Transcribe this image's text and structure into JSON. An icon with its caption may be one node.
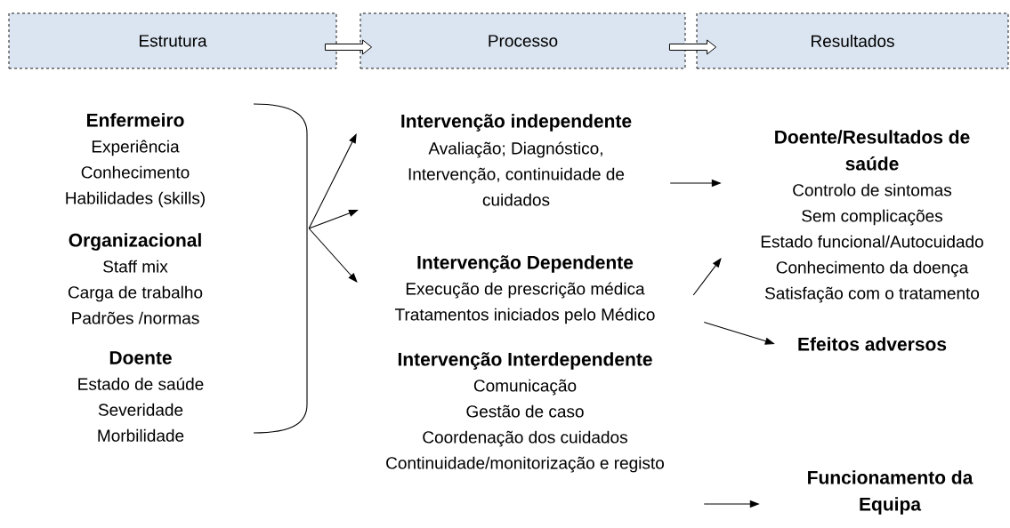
{
  "diagram": {
    "nodes": [
      {
        "text": [
          "Estrutura"
        ]
      },
      {
        "text": [
          "Processo"
        ]
      },
      {
        "text": [
          "Resultados"
        ]
      },
      {
        "text": [
          "Enfermeiro",
          "Experiência",
          "Conhecimento",
          "Habilidades (skills)"
        ]
      },
      {
        "text": [
          "Organizacional",
          "Staff mix",
          "Carga de trabalho",
          "Padrões /normas"
        ]
      },
      {
        "text": [
          "Doente",
          "Estado de saúde",
          "Severidade",
          "Morbilidade"
        ]
      },
      {
        "text": [],
        "shape": "brace"
      },
      {
        "text": [
          "Intervenção independente",
          "Avaliação; Diagnóstico, Intervenção, continuidade de cuidados"
        ]
      },
      {
        "text": [
          "Intervenção Dependente",
          "Execução de prescrição médica",
          "Tratamentos iniciados pelo Médico"
        ]
      },
      {
        "text": [
          "Intervenção Interdependente",
          "Comunicação",
          "Gestão de caso",
          "Coordenação dos cuidados",
          "Continuidade/monitorização e registo"
        ]
      },
      {
        "text": [
          "Doente/Resultados de saúde",
          "Controlo de sintomas",
          "Sem complicações",
          "Estado funcional/Autocuidado",
          "Conhecimento da doença",
          "Satisfação com o tratamento"
        ]
      },
      {
        "text": [
          "Efeitos adversos"
        ]
      },
      {
        "text": [
          "Funcionamento da Equipa"
        ]
      }
    ],
    "edges": [
      {
        "from": 0,
        "to": 1,
        "arrow": "to",
        "style": "thick"
      },
      {
        "from": 1,
        "to": 2,
        "arrow": "to",
        "style": "thick"
      },
      {
        "from": 6,
        "to": 7,
        "arrow": "to"
      },
      {
        "from": 6,
        "to": null,
        "arrow": "to"
      },
      {
        "from": 6,
        "to": 8,
        "arrow": "to"
      },
      {
        "from": 7,
        "to": 10,
        "arrow": "to"
      },
      {
        "from": 8,
        "to": 10,
        "arrow": "to"
      },
      {
        "from": 8,
        "to": 11,
        "arrow": "to"
      },
      {
        "from": 9,
        "to": 12,
        "arrow": "to"
      }
    ]
  }
}
